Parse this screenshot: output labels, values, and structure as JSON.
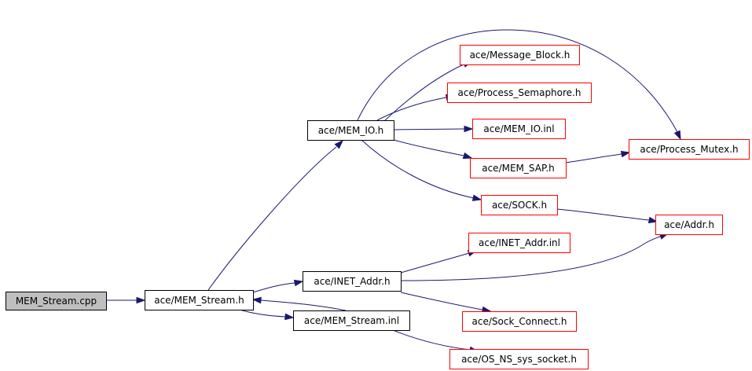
{
  "colors": {
    "root_fill": "#bfbfbf",
    "root_border": "#000000",
    "documented_border": "#000000",
    "undocumented_border": "#ff0000",
    "edge": "#191970"
  },
  "nodes": {
    "mem_stream_cpp": {
      "label": "MEM_Stream.cpp",
      "kind": "root"
    },
    "mem_stream_h": {
      "label": "ace/MEM_Stream.h",
      "kind": "documented"
    },
    "mem_io_h": {
      "label": "ace/MEM_IO.h",
      "kind": "documented"
    },
    "inet_addr_h": {
      "label": "ace/INET_Addr.h",
      "kind": "documented"
    },
    "mem_stream_inl": {
      "label": "ace/MEM_Stream.inl",
      "kind": "documented"
    },
    "message_block_h": {
      "label": "ace/Message_Block.h",
      "kind": "undocumented"
    },
    "process_semaphore_h": {
      "label": "ace/Process_Semaphore.h",
      "kind": "undocumented"
    },
    "mem_io_inl": {
      "label": "ace/MEM_IO.inl",
      "kind": "undocumented"
    },
    "mem_sap_h": {
      "label": "ace/MEM_SAP.h",
      "kind": "undocumented"
    },
    "sock_h": {
      "label": "ace/SOCK.h",
      "kind": "undocumented"
    },
    "process_mutex_h": {
      "label": "ace/Process_Mutex.h",
      "kind": "undocumented"
    },
    "addr_h": {
      "label": "ace/Addr.h",
      "kind": "undocumented"
    },
    "inet_addr_inl": {
      "label": "ace/INET_Addr.inl",
      "kind": "undocumented"
    },
    "sock_connect_h": {
      "label": "ace/Sock_Connect.h",
      "kind": "undocumented"
    },
    "os_ns_sys_socket_h": {
      "label": "ace/OS_NS_sys_socket.h",
      "kind": "undocumented"
    }
  },
  "edges": [
    {
      "from": "mem_stream_cpp",
      "to": "mem_stream_h"
    },
    {
      "from": "mem_stream_h",
      "to": "mem_io_h"
    },
    {
      "from": "mem_stream_h",
      "to": "inet_addr_h"
    },
    {
      "from": "mem_stream_h",
      "to": "mem_stream_inl"
    },
    {
      "from": "mem_stream_inl",
      "to": "mem_stream_h"
    },
    {
      "from": "mem_stream_inl",
      "to": "os_ns_sys_socket_h"
    },
    {
      "from": "mem_io_h",
      "to": "message_block_h"
    },
    {
      "from": "mem_io_h",
      "to": "process_semaphore_h"
    },
    {
      "from": "mem_io_h",
      "to": "mem_io_inl"
    },
    {
      "from": "mem_io_h",
      "to": "mem_sap_h"
    },
    {
      "from": "mem_io_h",
      "to": "sock_h"
    },
    {
      "from": "mem_io_h",
      "to": "process_mutex_h"
    },
    {
      "from": "mem_sap_h",
      "to": "process_mutex_h"
    },
    {
      "from": "sock_h",
      "to": "addr_h"
    },
    {
      "from": "inet_addr_h",
      "to": "inet_addr_inl"
    },
    {
      "from": "inet_addr_h",
      "to": "addr_h"
    },
    {
      "from": "inet_addr_h",
      "to": "sock_connect_h"
    }
  ]
}
